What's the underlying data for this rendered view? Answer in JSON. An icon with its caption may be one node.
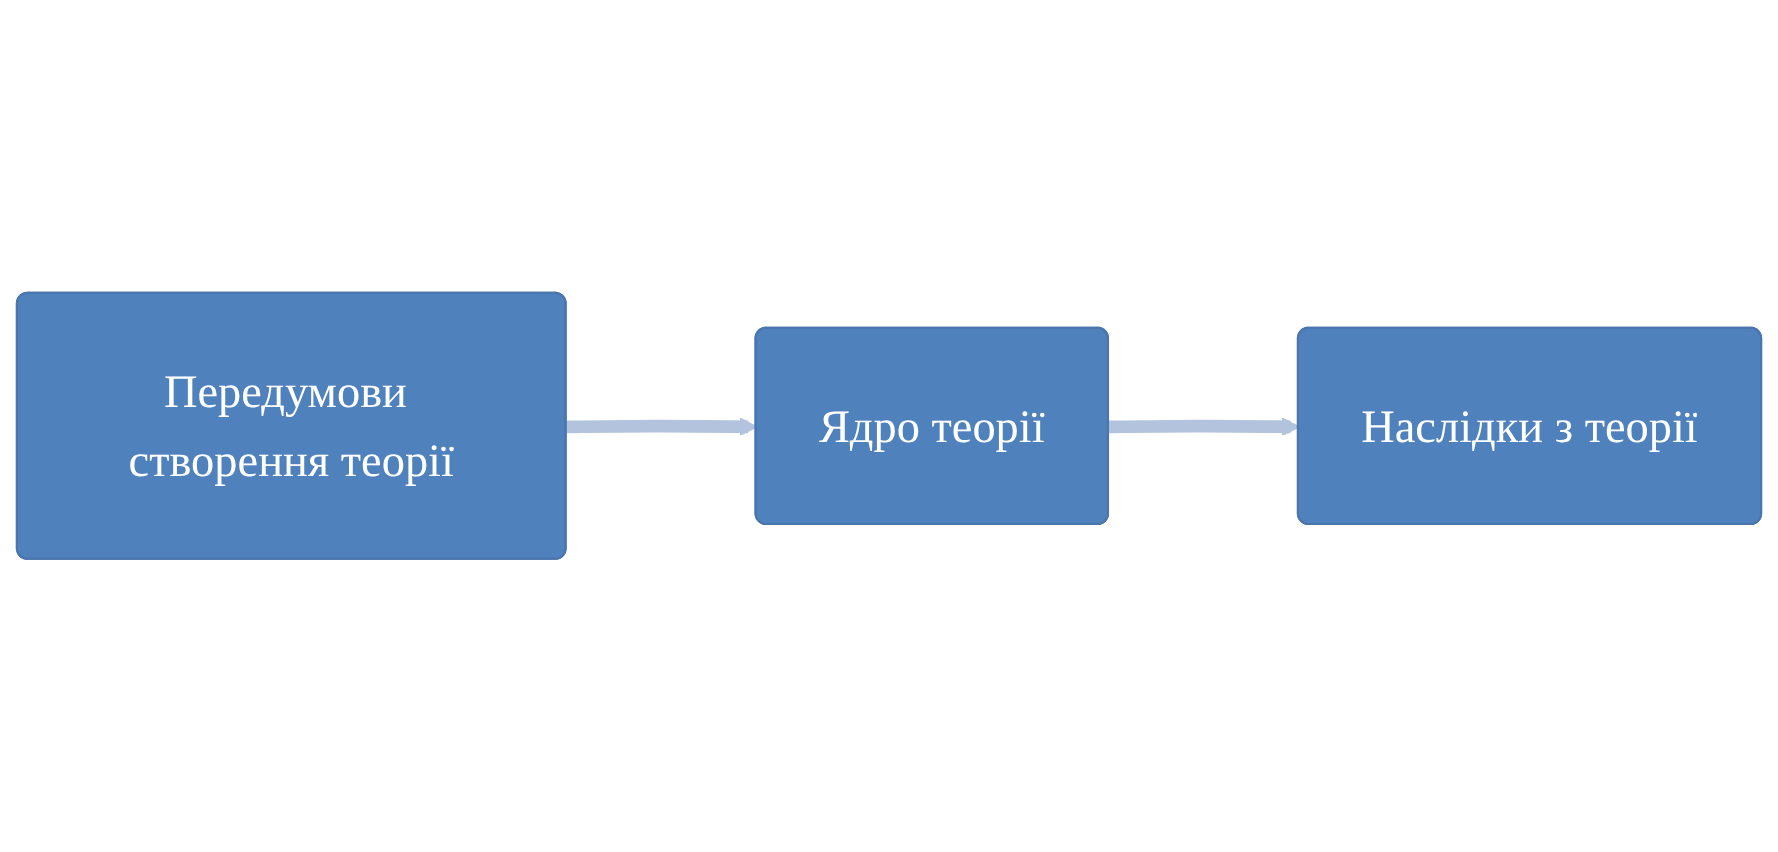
{
  "diagram": {
    "nodes": [
      {
        "text": [
          "Передумови створення теорії"
        ]
      },
      {
        "text": [
          "Ядро теорії"
        ]
      },
      {
        "text": [
          "Наслідки з теорії"
        ]
      }
    ],
    "edges": [
      {
        "from": 0,
        "to": 1,
        "arrow": "to"
      },
      {
        "from": 1,
        "to": 2,
        "arrow": "to"
      }
    ]
  }
}
